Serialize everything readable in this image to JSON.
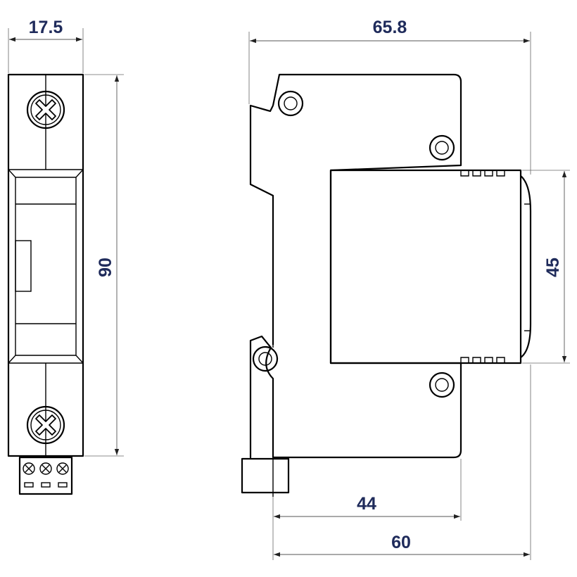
{
  "drawing": {
    "dim_color": "#1f2b5b",
    "line_color": "#000000",
    "views": [
      {
        "name": "front-view",
        "dimensions": {
          "width": "17.5",
          "height": "90"
        }
      },
      {
        "name": "side-view",
        "dimensions": {
          "overall_width": "65.8",
          "module_height": "45",
          "front_depth": "44",
          "base_depth": "60"
        }
      }
    ]
  }
}
